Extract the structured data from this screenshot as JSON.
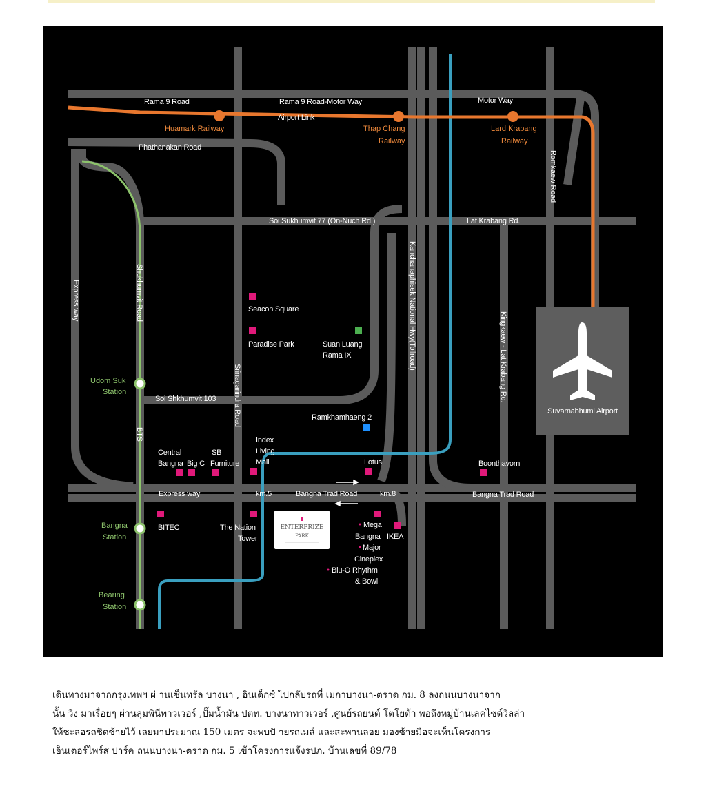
{
  "map": {
    "roads": {
      "rama9": "Rama 9 Road",
      "rama9_motorway": "Rama 9 Road-Motor Way",
      "motorway": "Motor Way",
      "phathanakan": "Phathanakan Road",
      "soi_sukhumvit77": "Soi Sukhumvit 77 (On-Nuch Rd.)",
      "lat_krabang": "Lat Krabang Rd.",
      "romkaew": "Romkaew Road",
      "expressway_vertical": "Express way",
      "sukhumvit": "Shukhumvit Road",
      "bts": "BTS",
      "srinagarindra": "Srinagarindra Road",
      "kanchanaphisek": "Kanchanaphisek National Hwy(Tollroad)",
      "kingkaew": "Kingkaew - Lat Krabang Rd.",
      "soi_sukhumvit103": "Soi Shkhumvit 103",
      "expressway_horizontal": "Express way",
      "km5": "km.5",
      "bangna_trad_1": "Bangna Trad Road",
      "km8": "km.8",
      "bangna_trad_2": "Bangna Trad Road"
    },
    "airport_link": {
      "label": "Airport Link",
      "stations": [
        {
          "line1": "Huamark Railway",
          "line2": ""
        },
        {
          "line1": "Thap Chang",
          "line2": "Railway"
        },
        {
          "line1": "Lard Krabang",
          "line2": "Railway"
        }
      ]
    },
    "bts_stations": [
      {
        "line1": "Udom Suk",
        "line2": "Station"
      },
      {
        "line1": "Bangna",
        "line2": "Station"
      },
      {
        "line1": "Bearing",
        "line2": "Station"
      }
    ],
    "places": {
      "seacon": "Seacon Square",
      "paradise": "Paradise Park",
      "suan_luang_1": "Suan Luang",
      "suan_luang_2": "Rama IX",
      "ramkhamhaeng": "Ramkhamhaeng 2",
      "central_1": "Central",
      "central_2": "Bangna",
      "bigc": "Big C",
      "sb_1": "SB",
      "sb_2": "Furniture",
      "index_1": "Index",
      "index_2": "Living",
      "index_3": "Mall",
      "lotus": "Lotus",
      "boonthavorn": "Boonthavorn",
      "bitec": "BITEC",
      "nation_1": "The Nation",
      "nation_2": "Tower",
      "mega_1": "Mega",
      "mega_2": "Bangna",
      "ikea": "IKEA",
      "major_1": "Major",
      "major_2": "Cineplex",
      "bluo_1": "Blu-O Rhythm",
      "bluo_2": "& Bowl"
    },
    "airport": {
      "label": "Suvarnabhumi Airport",
      "icon": "airplane-icon"
    },
    "enterprize_logo": {
      "line1": "ENTERPRIZE",
      "line2": "PARK"
    },
    "colors": {
      "background": "#000000",
      "road": "#5b5b5b",
      "airport_link": "#e8772e",
      "bts": "#8cc26b",
      "blue_line": "#3a9fbf",
      "landmark": "#e0197a",
      "park": "#4caf50",
      "ramkhamhaeng_marker": "#1e90ff"
    }
  },
  "directions": [
    "เดินทางมาจากกรุงเทพฯ ผ่ านเซ็นทรัล บางนา ,    อินเด็กซ์     ไปกลับรถที่ เมกาบางนา-ตราด กม. 8  ลงถนนบางนาจาก",
    "นั้น วิ่ง มาเรื่อยๆ ผ่านลุมพินีทาวเวอร์ ,ปั๊มน้ำมัน ปตท.   บางนาทาวเวอร์ ,ศูนย์รถยนต์ โตโยต้า  พอถึงหมู่บ้านเลคไซด์วิลล่า",
    "ให้ชะลอรถชิดซ้ายไว้ เลยมาประมาณ 150 เมตร จะพบปั ายรถเมล์ และสะพานลอย มองซ้ายมือจะเห็นโครงการ",
    "เอ็นเตอร์ไพร์ส  ปาร์ค   ถนนบางนา-ตราด กม. 5    เข้าโครงการแจ้งรปภ. บ้านเลขที่ 89/78"
  ]
}
